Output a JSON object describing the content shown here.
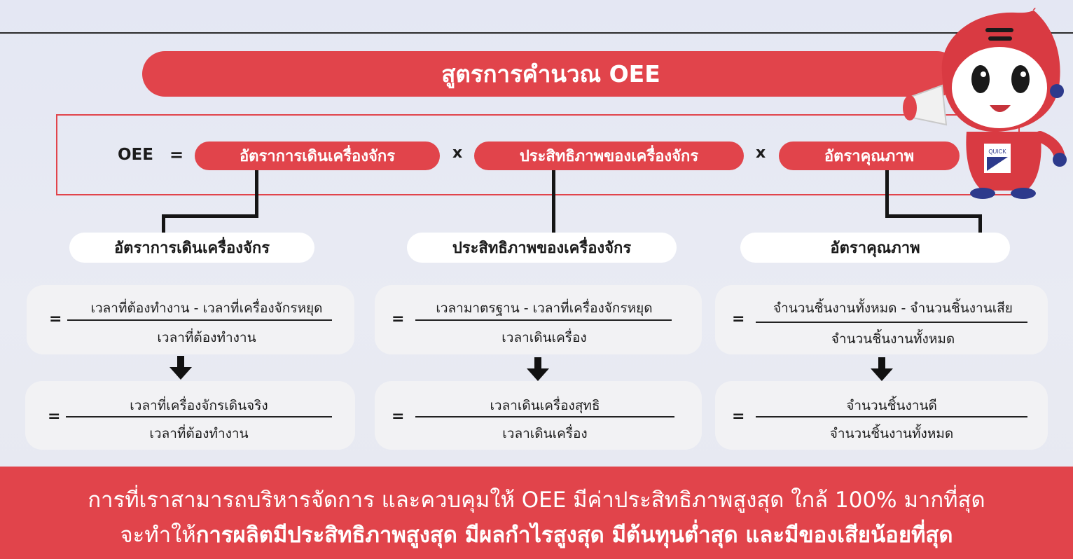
{
  "title": "สูตรการคำนวณ OEE",
  "formula": {
    "oee": "OEE",
    "equals": "=",
    "times": "x",
    "terms": [
      "อัตราการเดินเครื่องจักร",
      "ประสิทธิภาพของเครื่องจักร",
      "อัตราคุณภาพ"
    ]
  },
  "columns": [
    {
      "heading": "อัตราการเดินเครื่องจักร",
      "formula1": {
        "numerator": "เวลาที่ต้องทำงาน - เวลาที่เครื่องจักรหยุด",
        "denominator": "เวลาที่ต้องทำงาน"
      },
      "formula2": {
        "numerator": "เวลาที่เครื่องจักรเดินจริง",
        "denominator": "เวลาที่ต้องทำงาน"
      }
    },
    {
      "heading": "ประสิทธิภาพของเครื่องจักร",
      "formula1": {
        "numerator": "เวลามาตรฐาน - เวลาที่เครื่องจักรหยุด",
        "denominator": "เวลาเดินเครื่อง"
      },
      "formula2": {
        "numerator": "เวลาเดินเครื่องสุทธิ",
        "denominator": "เวลาเดินเครื่อง"
      }
    },
    {
      "heading": "อัตราคุณภาพ",
      "formula1": {
        "numerator": "จำนวนชิ้นงานทั้งหมด - จำนวนชิ้นงานเสีย",
        "denominator": "จำนวนชิ้นงานทั้งหมด"
      },
      "formula2": {
        "numerator": "จำนวนชิ้นงานดี",
        "denominator": "จำนวนชิ้นงานทั้งหมด"
      }
    }
  ],
  "footer": {
    "line1": "การที่เราสามารถบริหารจัดการ และควบคุมให้ OEE มีค่าประสิทธิภาพสูงสุด ใกล้ 100% มากที่สุด",
    "line2_prefix": "จะทำให้",
    "line2_bold": "การผลิตมีประสิทธิภาพสูงสุด มีผลกำไรสูงสุด มีต้นทุนต่ำสุด และมีของเสียน้อยที่สุด"
  },
  "mascot": {
    "logo_text": "QUICK"
  },
  "colors": {
    "accent": "#e1444b",
    "card": "#f2f2f4",
    "background": "#e6e8f2"
  }
}
